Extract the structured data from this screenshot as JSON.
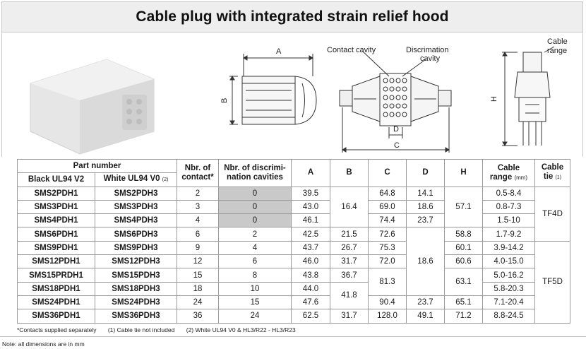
{
  "title": "Cable plug with integrated strain relief hood",
  "labels": {
    "dim_A_top": "A",
    "dim_B_side": "B",
    "contact_cavity": "Contact cavity",
    "discrimination": "Discrimation",
    "discrimination_cavity": "cavity",
    "dim_D": "D",
    "dim_C": "C",
    "cable": "Cable",
    "range": "range",
    "dim_H": "H"
  },
  "table": {
    "header_part_number": "Part number",
    "header_black": "Black UL94 V2",
    "header_white": "White UL94 V0",
    "header_white_note": "(2)",
    "header_contacts_1": "Nbr. of",
    "header_contacts_2": "contact*",
    "header_discr_1": "Nbr. of discrimi-",
    "header_discr_2": "nation cavities",
    "header_A": "A",
    "header_B": "B",
    "header_C": "C",
    "header_D": "D",
    "header_H": "H",
    "header_cable_1": "Cable",
    "header_cable_2": "range",
    "header_cable_unit": "(mm)",
    "header_tie_1": "Cable",
    "header_tie_2": "tie",
    "header_tie_note": "(1)",
    "black": [
      "SMS2PDH1",
      "SMS3PDH1",
      "SMS4PDH1",
      "SMS6PDH1",
      "SMS9PDH1",
      "SMS12PDH1",
      "SMS15PRDH1",
      "SMS18PDH1",
      "SMS24PDH1",
      "SMS36PDH1"
    ],
    "white": [
      "SMS2PDH3",
      "SMS3PDH3",
      "SMS4PDH3",
      "SMS6PDH3",
      "SMS9PDH3",
      "SMS12PDH3",
      "SMS15PDH3",
      "SMS18PDH3",
      "SMS24PDH3",
      "SMS36PDH3"
    ],
    "contacts": [
      "2",
      "3",
      "4",
      "6",
      "9",
      "12",
      "15",
      "18",
      "24",
      "36"
    ],
    "discr": [
      "0",
      "0",
      "0",
      "2",
      "4",
      "6",
      "8",
      "10",
      "15",
      "24"
    ],
    "A": [
      "39.5",
      "43.0",
      "46.1",
      "42.5",
      "43.7",
      "46.0",
      "43.8",
      "44.0",
      "47.6",
      "62.5"
    ],
    "B_group1": "16.4",
    "B_6": "21.5",
    "B_9": "26.7",
    "B_12": "31.7",
    "B_15": "36.7",
    "B_group2": "41.8",
    "B_36": "31.7",
    "C_2": "64.8",
    "C_3": "69.0",
    "C_4": "74.4",
    "C_6": "72.6",
    "C_9": "75.3",
    "C_12": "72.0",
    "C_group": "81.3",
    "C_24": "90.4",
    "C_36": "128.0",
    "D_2": "14.1",
    "D_3": "18.6",
    "D_4": "23.7",
    "D_group": "18.6",
    "D_24": "23.7",
    "D_36": "49.1",
    "H_group1": "57.1",
    "H_6": "58.8",
    "H_9": "60.1",
    "H_12": "60.6",
    "H_group2": "63.1",
    "H_24": "65.1",
    "H_36": "71.2",
    "range": [
      "0.5-8.4",
      "0.8-7.3",
      "1.5-10",
      "1.7-9.2",
      "3.9-14.2",
      "4.0-15.0",
      "5.0-16.2",
      "5.8-20.3",
      "7.1-20.4",
      "8.8-24.5"
    ],
    "tie_1": "TF4D",
    "tie_2": "TF5D"
  },
  "footer": {
    "note_contacts": "*Contacts supplied separately",
    "note_1": "(1) Cable tie not included",
    "note_2": "(2) White UL94 V0 & HL3/R22 - HL3/R23",
    "note_dims": "Note: all dimensions are in mm"
  }
}
